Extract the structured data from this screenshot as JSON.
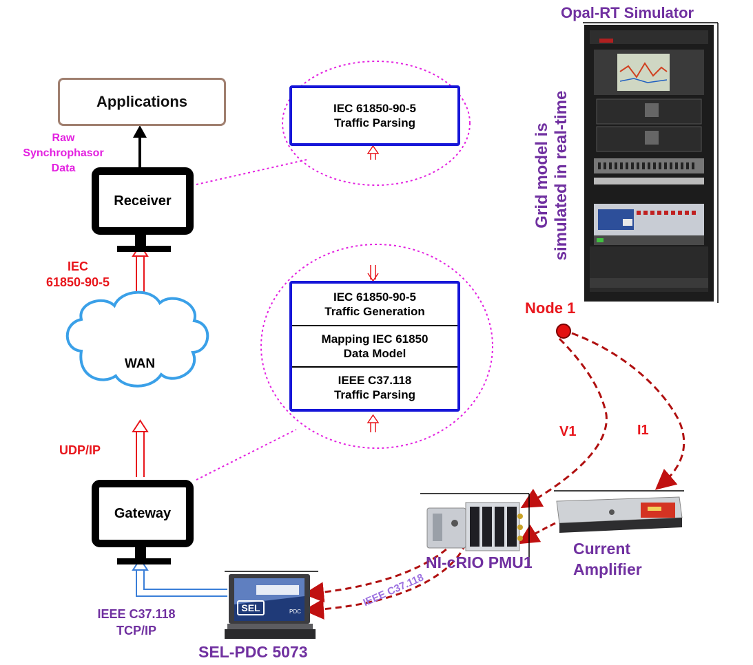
{
  "applications_label": "Applications",
  "raw_data_label": [
    "Raw",
    "Synchrophasor",
    "Data"
  ],
  "receiver_label": "Receiver",
  "receiver_protocol_label": [
    "IEC",
    "61850-90-5"
  ],
  "wan_label": "WAN",
  "udp_label": "UDP/IP",
  "gateway_label": "Gateway",
  "ieee_tcp_label": [
    "IEEE C37.118",
    "TCP/IP"
  ],
  "pdc_label": "SEL-PDC 5073",
  "pdc_screen_logo": "SEL",
  "pdc_screen_caption": "PDC",
  "receiver_stack": [
    [
      "IEC 61850-90-5",
      "Traffic Parsing"
    ]
  ],
  "gateway_stack": [
    [
      "IEC 61850-90-5",
      "Traffic Generation"
    ],
    [
      "Mapping IEC 61850",
      "Data Model"
    ],
    [
      "IEEE C37.118",
      "Traffic Parsing"
    ]
  ],
  "simulator_title": "Opal-RT Simulator",
  "simulator_caption": [
    "Grid model is",
    "simulated in real-time"
  ],
  "node_label": "Node 1",
  "v1_label": "V1",
  "i1_label": "I1",
  "pmu_label": "NI-cRIO PMU1",
  "amplifier_label": [
    "Current",
    "Amplifier"
  ],
  "ieee_link_label": "IEEE C37.118",
  "colors": {
    "red": "#e8161c",
    "purple": "#7030a0",
    "magenta": "#e321e0",
    "blue_box": "#1616d8",
    "cloud": "#3aa0e8",
    "double_arrow_blue": "#3a7ed8",
    "dark_red_dash": "#b01010"
  }
}
